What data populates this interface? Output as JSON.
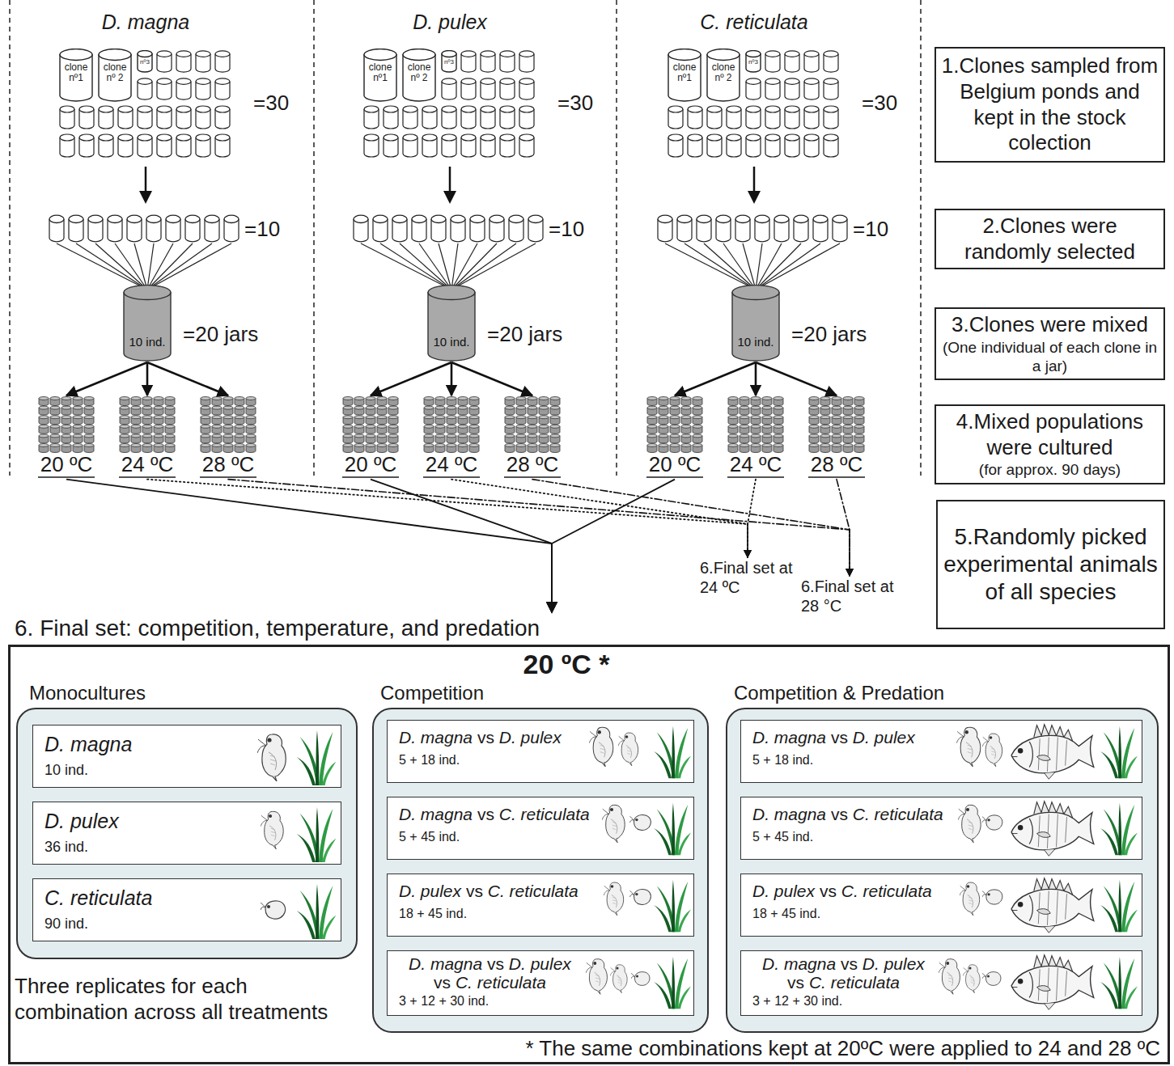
{
  "diagram": {
    "nodes": [
      {
        "text": [
          "clone nº1"
        ]
      },
      {
        "text": [
          "clone nº 2"
        ]
      },
      {
        "text": [
          "nº3"
        ]
      },
      {
        "text": [
          "clone nº1"
        ]
      },
      {
        "text": [
          "clone nº 2"
        ]
      },
      {
        "text": [
          "nº3"
        ]
      },
      {
        "text": [
          "clone nº1"
        ]
      },
      {
        "text": [
          "clone nº 2"
        ]
      },
      {
        "text": [
          "nº3"
        ]
      },
      {
        "text": [
          "10 ind."
        ]
      },
      {
        "text": [
          "10 ind."
        ]
      },
      {
        "text": [
          "10 ind."
        ]
      },
      {
        "text": [
          "20 ºC"
        ]
      },
      {
        "text": [
          "24 ºC"
        ]
      },
      {
        "text": [
          "28 ºC"
        ]
      },
      {
        "text": [
          "20 ºC"
        ]
      },
      {
        "text": [
          "24 ºC"
        ]
      },
      {
        "text": [
          "28 ºC"
        ]
      },
      {
        "text": [
          "20 ºC"
        ]
      },
      {
        "text": [
          "24 ºC"
        ]
      },
      {
        "text": [
          "28 ºC"
        ]
      },
      {
        "text": [
          "1.Clones sampled from Belgium ponds and kept in the stock colection"
        ]
      },
      {
        "text": [
          "2.Clones were randomly selected"
        ]
      },
      {
        "text": [
          "3.Clones were mixed",
          "(One individual of each clone in a jar)"
        ]
      },
      {
        "text": [
          "4.Mixed populations were cultured",
          "(for approx. 90 days)"
        ]
      },
      {
        "text": [
          "5.Randomly picked experimental animals of all species"
        ]
      },
      {
        "text": [
          "6.Final set at 24 ºC"
        ]
      },
      {
        "text": [
          "6.Final set at 28 °C"
        ]
      },
      {
        "text": [
          "6. Final set: competition, temperature, and predation",
          "20 ºC *",
          "Three replicates for each combination across all treatments",
          "* The same combinations kept at 20ºC were applied to 24 and 28 ºC"
        ]
      },
      {
        "text": [
          "Monocultures"
        ],
        "in": 28
      },
      {
        "text": [
          "D. magna",
          "10 ind."
        ],
        "in": 29
      },
      {
        "text": [
          "D. pulex",
          "36 ind."
        ],
        "in": 29
      },
      {
        "text": [
          "C. reticulata",
          "90 ind."
        ],
        "in": 29
      },
      {
        "text": [
          "Competition"
        ],
        "in": 28
      },
      {
        "text": [
          "D. magna vs D. pulex",
          "5 + 18 ind."
        ],
        "in": 33
      },
      {
        "text": [
          "D. magna vs C. reticulata",
          "5 + 45 ind."
        ],
        "in": 33
      },
      {
        "text": [
          "D. pulex vs C. reticulata",
          "18 + 45 ind."
        ],
        "in": 33
      },
      {
        "text": [
          "D. magna vs D. pulex vs C. reticulata",
          "3 + 12 + 30 ind."
        ],
        "in": 33
      },
      {
        "text": [
          "Competition & Predation"
        ],
        "in": 28
      },
      {
        "text": [
          "D. magna vs D. pulex",
          "5 + 18 ind."
        ],
        "in": 38
      },
      {
        "text": [
          "D. magna vs C. reticulata",
          "5 + 45 ind."
        ],
        "in": 38
      },
      {
        "text": [
          "D. pulex vs C. reticulata",
          "18 + 45 ind."
        ],
        "in": 38
      },
      {
        "text": [
          "D. magna vs D. pulex vs C. reticulata",
          "3 + 12 + 30 ind."
        ],
        "in": 38
      }
    ],
    "edges": [
      {
        "from": 9,
        "to": 12,
        "arrow": "to"
      },
      {
        "from": 9,
        "to": 13,
        "arrow": "to"
      },
      {
        "from": 9,
        "to": 14,
        "arrow": "to"
      },
      {
        "from": 10,
        "to": 15,
        "arrow": "to"
      },
      {
        "from": 10,
        "to": 16,
        "arrow": "to"
      },
      {
        "from": 10,
        "to": 17,
        "arrow": "to"
      },
      {
        "from": 11,
        "to": 18,
        "arrow": "to"
      },
      {
        "from": 11,
        "to": 19,
        "arrow": "to"
      },
      {
        "from": 11,
        "to": 20,
        "arrow": "to"
      },
      {
        "from": 12,
        "to": 28,
        "arrow": "to"
      },
      {
        "from": 15,
        "to": 28,
        "arrow": "to"
      },
      {
        "from": 18,
        "to": 28,
        "arrow": "to"
      },
      {
        "from": 13,
        "to": 26,
        "arrow": "to"
      },
      {
        "from": 16,
        "to": 26,
        "arrow": "to"
      },
      {
        "from": 19,
        "to": 26,
        "arrow": "to"
      },
      {
        "from": 14,
        "to": 27,
        "arrow": "to"
      },
      {
        "from": 17,
        "to": 27,
        "arrow": "to"
      },
      {
        "from": 20,
        "to": 27,
        "arrow": "to"
      }
    ],
    "labels": [
      "D. magna",
      "D. pulex",
      "C. reticulata",
      "=30",
      "=30",
      "=30",
      "=10",
      "=10",
      "=10",
      "=20 jars",
      "=20 jars",
      "=20 jars"
    ]
  }
}
